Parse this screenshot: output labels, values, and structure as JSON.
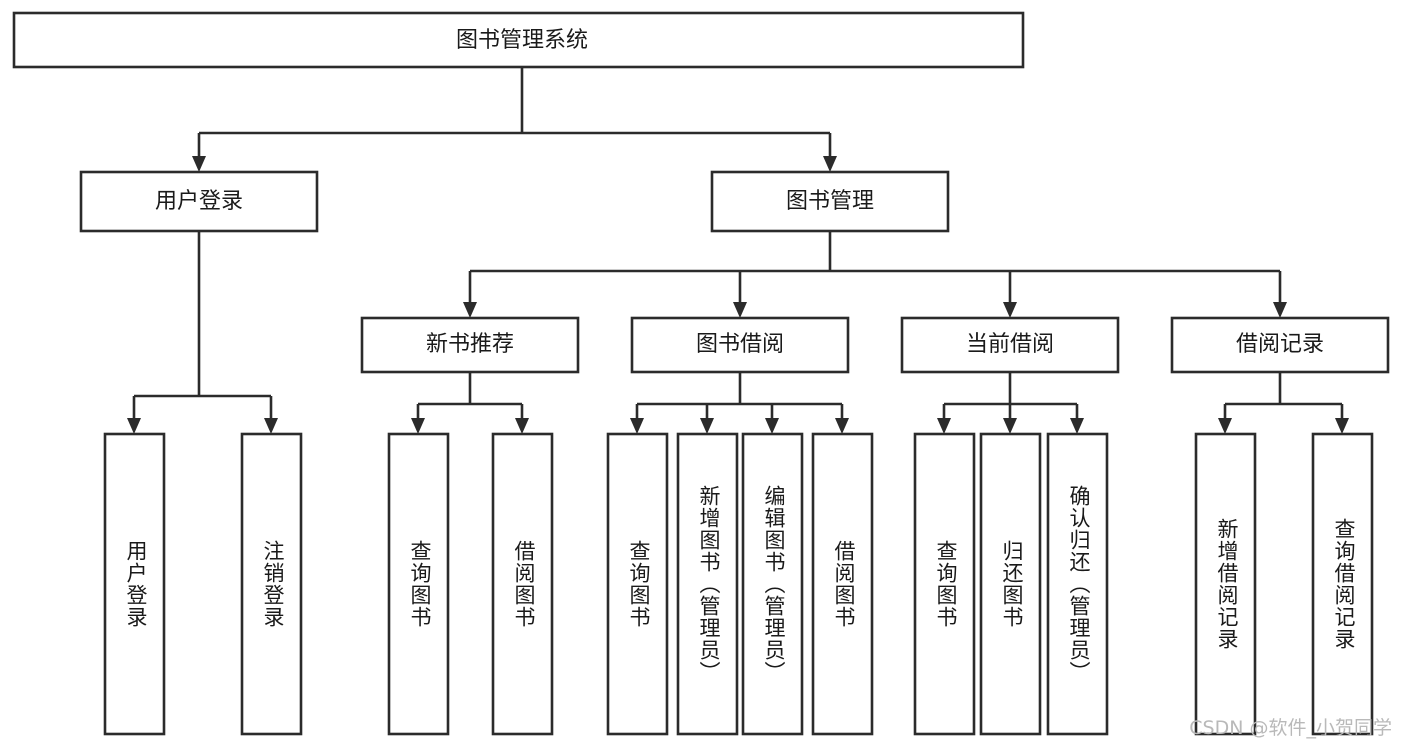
{
  "diagram": {
    "kind": "tree-hierarchy-chart",
    "root": {
      "id": "root",
      "label": "图书管理系统"
    },
    "level1": [
      {
        "id": "user-login",
        "label": "用户登录"
      },
      {
        "id": "book-management",
        "label": "图书管理"
      }
    ],
    "level2": [
      {
        "id": "new-book-recommend",
        "label": "新书推荐",
        "parent": "book-management"
      },
      {
        "id": "book-borrow",
        "label": "图书借阅",
        "parent": "book-management"
      },
      {
        "id": "current-borrow",
        "label": "当前借阅",
        "parent": "book-management"
      },
      {
        "id": "borrow-record",
        "label": "借阅记录",
        "parent": "book-management"
      }
    ],
    "leaves": {
      "user_login": [
        {
          "id": "leaf-user-login",
          "label": "用户登录"
        },
        {
          "id": "leaf-user-logout",
          "label": "注销登录"
        }
      ],
      "new_book_recommend": [
        {
          "id": "leaf-query-book-1",
          "label": "查询图书"
        },
        {
          "id": "leaf-borrow-book-1",
          "label": "借阅图书"
        }
      ],
      "book_borrow": [
        {
          "id": "leaf-query-book-2",
          "label": "查询图书"
        },
        {
          "id": "leaf-add-book",
          "label": "新增图书（管理员）"
        },
        {
          "id": "leaf-edit-book",
          "label": "编辑图书（管理员）"
        },
        {
          "id": "leaf-borrow-book-2",
          "label": "借阅图书"
        }
      ],
      "current_borrow": [
        {
          "id": "leaf-query-book-3",
          "label": "查询图书"
        },
        {
          "id": "leaf-return-book",
          "label": "归还图书"
        },
        {
          "id": "leaf-confirm-return",
          "label": "确认归还（管理员）"
        }
      ],
      "borrow_record": [
        {
          "id": "leaf-add-record",
          "label": "新增借阅记录"
        },
        {
          "id": "leaf-query-record",
          "label": "查询借阅记录"
        }
      ]
    }
  },
  "watermark": {
    "text": "CSDN @软件_小贺同学"
  },
  "colors": {
    "box_stroke": "#2b2b2b",
    "box_fill": "#ffffff",
    "text": "#1a1a1a",
    "watermark": "#b9b9b9",
    "background": "#ffffff"
  }
}
